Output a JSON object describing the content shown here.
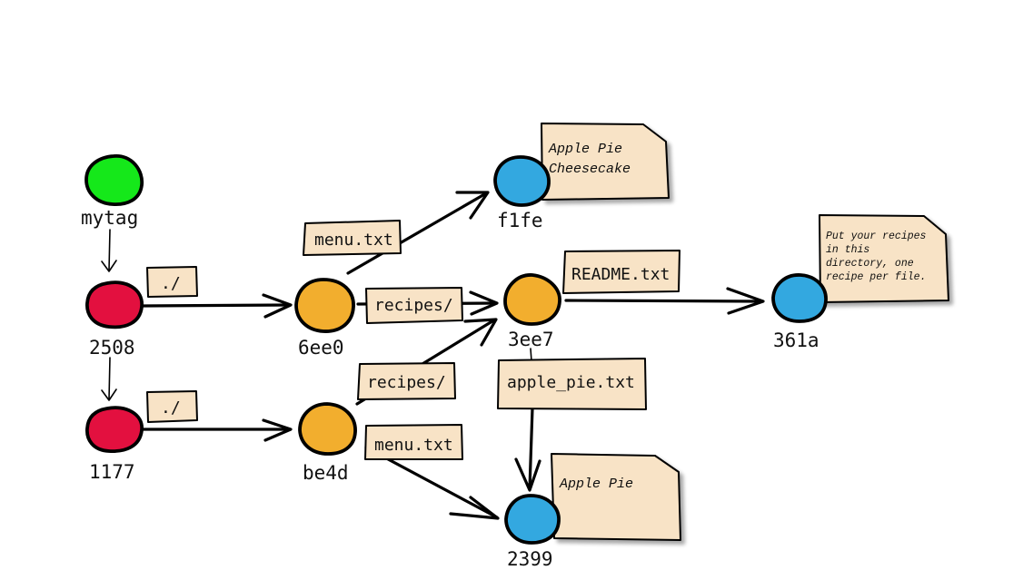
{
  "colors": {
    "tag": "#15e81a",
    "commit": "#e3103f",
    "tree": "#f2ae2e",
    "blob": "#33a8e0",
    "label_fill": "#f8e3c6",
    "note_fill": "#f8e3c6",
    "ink": "#000000"
  },
  "nodes": [
    {
      "id": "mytag",
      "label": "mytag",
      "kind": "tag"
    },
    {
      "id": "2508",
      "label": "2508",
      "kind": "commit"
    },
    {
      "id": "1177",
      "label": "1177",
      "kind": "commit"
    },
    {
      "id": "6ee0",
      "label": "6ee0",
      "kind": "tree"
    },
    {
      "id": "be4d",
      "label": "be4d",
      "kind": "tree"
    },
    {
      "id": "3ee7",
      "label": "3ee7",
      "kind": "tree"
    },
    {
      "id": "f1fe",
      "label": "f1fe",
      "kind": "blob"
    },
    {
      "id": "361a",
      "label": "361a",
      "kind": "blob"
    },
    {
      "id": "2399",
      "label": "2399",
      "kind": "blob"
    }
  ],
  "edges": [
    {
      "from": "mytag",
      "to": "2508",
      "label": ""
    },
    {
      "from": "2508",
      "to": "1177",
      "label": ""
    },
    {
      "from": "2508",
      "to": "6ee0",
      "label": "./"
    },
    {
      "from": "1177",
      "to": "be4d",
      "label": "./"
    },
    {
      "from": "6ee0",
      "to": "f1fe",
      "label": "menu.txt"
    },
    {
      "from": "6ee0",
      "to": "3ee7",
      "label": "recipes/"
    },
    {
      "from": "be4d",
      "to": "3ee7",
      "label": "recipes/"
    },
    {
      "from": "be4d",
      "to": "2399",
      "label": "menu.txt"
    },
    {
      "from": "3ee7",
      "to": "361a",
      "label": "README.txt"
    },
    {
      "from": "3ee7",
      "to": "2399",
      "label": "apple_pie.txt"
    }
  ],
  "notes": {
    "f1fe": [
      "Apple Pie",
      "Cheesecake"
    ],
    "361a": [
      "Put your recipes",
      "in this",
      "directory, one",
      "recipe per file."
    ],
    "2399": [
      "Apple Pie"
    ]
  }
}
